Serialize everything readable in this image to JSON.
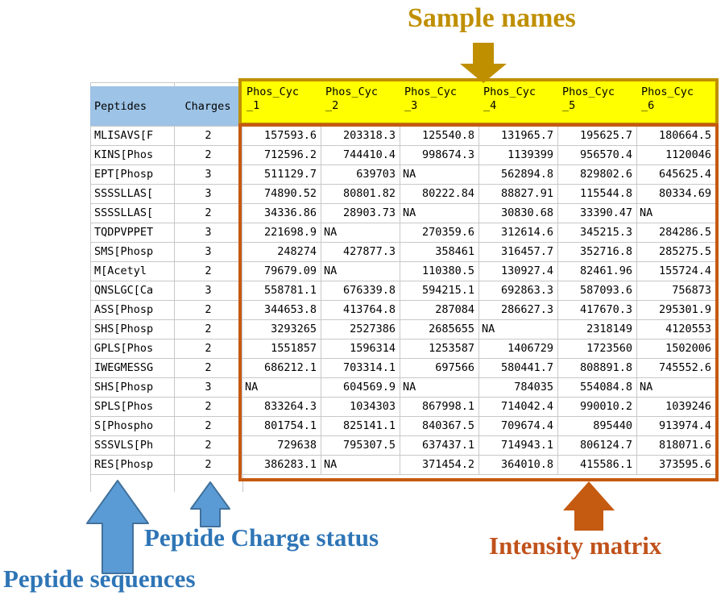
{
  "annotations": {
    "sample_names": "Sample names",
    "peptide_sequences": "Peptide sequences",
    "peptide_charge_status": "Peptide Charge status",
    "intensity_matrix": "Intensity matrix"
  },
  "colors": {
    "header_blue": "#9DC3E6",
    "header_yellow": "#FFFF00",
    "olive_accent": "#BF8F00",
    "orange_accent": "#C55A11",
    "annotation_blue": "#2E75B6",
    "annotation_orange": "#C0521B",
    "gridline": "#C8C8C8",
    "arrow_blue_fill": "#5B9BD5",
    "arrow_blue_edge": "#41719C"
  },
  "table": {
    "peptides_header": "Peptides",
    "charges_header": "Charges",
    "sample_headers": [
      {
        "line1": "Phos_Cyc",
        "line2": "_1"
      },
      {
        "line1": "Phos_Cyc",
        "line2": "_2"
      },
      {
        "line1": "Phos_Cyc",
        "line2": "_3"
      },
      {
        "line1": "Phos_Cyc",
        "line2": "_4"
      },
      {
        "line1": "Phos_Cyc",
        "line2": "_5"
      },
      {
        "line1": "Phos_Cyc",
        "line2": "_6"
      }
    ],
    "rows": [
      {
        "peptide": "MLISAVS[F",
        "charge": "2",
        "values": [
          "157593.6",
          "203318.3",
          "125540.8",
          "131965.7",
          "195625.7",
          "180664.5"
        ]
      },
      {
        "peptide": "KINS[Phos",
        "charge": "2",
        "values": [
          "712596.2",
          "744410.4",
          "998674.3",
          "1139399",
          "956570.4",
          "1120046"
        ]
      },
      {
        "peptide": "EPT[Phosp",
        "charge": "3",
        "values": [
          "511129.7",
          "639703",
          "NA",
          "562894.8",
          "829802.6",
          "645625.4"
        ]
      },
      {
        "peptide": "SSSSLLAS[",
        "charge": "3",
        "values": [
          "74890.52",
          "80801.82",
          "80222.84",
          "88827.91",
          "115544.8",
          "80334.69"
        ]
      },
      {
        "peptide": "SSSSLLAS[",
        "charge": "2",
        "values": [
          "34336.86",
          "28903.73",
          "NA",
          "30830.68",
          "33390.47",
          "NA"
        ]
      },
      {
        "peptide": "TQDPVPPET",
        "charge": "3",
        "values": [
          "221698.9",
          "NA",
          "270359.6",
          "312614.6",
          "345215.3",
          "284286.5"
        ]
      },
      {
        "peptide": "SMS[Phosp",
        "charge": "3",
        "values": [
          "248274",
          "427877.3",
          "358461",
          "316457.7",
          "352716.8",
          "285275.5"
        ]
      },
      {
        "peptide": "M[Acetyl",
        "charge": "2",
        "values": [
          "79679.09",
          "NA",
          "110380.5",
          "130927.4",
          "82461.96",
          "155724.4"
        ]
      },
      {
        "peptide": "QNSLGC[Ca",
        "charge": "3",
        "values": [
          "558781.1",
          "676339.8",
          "594215.1",
          "692863.3",
          "587093.6",
          "756873"
        ]
      },
      {
        "peptide": "ASS[Phosp",
        "charge": "2",
        "values": [
          "344653.8",
          "413764.8",
          "287084",
          "286627.3",
          "417670.3",
          "295301.9"
        ]
      },
      {
        "peptide": "SHS[Phosp",
        "charge": "2",
        "values": [
          "3293265",
          "2527386",
          "2685655",
          "NA",
          "2318149",
          "4120553"
        ]
      },
      {
        "peptide": "GPLS[Phos",
        "charge": "2",
        "values": [
          "1551857",
          "1596314",
          "1253587",
          "1406729",
          "1723560",
          "1502006"
        ]
      },
      {
        "peptide": "IWEGMESSG",
        "charge": "2",
        "values": [
          "686212.1",
          "703314.1",
          "697566",
          "580441.7",
          "808891.8",
          "745552.6"
        ]
      },
      {
        "peptide": "SHS[Phosp",
        "charge": "3",
        "values": [
          "NA",
          "604569.9",
          "NA",
          "784035",
          "554084.8",
          "NA"
        ]
      },
      {
        "peptide": "SPLS[Phos",
        "charge": "2",
        "values": [
          "833264.3",
          "1034303",
          "867998.1",
          "714042.4",
          "990010.2",
          "1039246"
        ]
      },
      {
        "peptide": "S[Phospho",
        "charge": "2",
        "values": [
          "801754.1",
          "825141.1",
          "840367.5",
          "709674.4",
          "895440",
          "913974.4"
        ]
      },
      {
        "peptide": "SSSVLS[Ph",
        "charge": "2",
        "values": [
          "729638",
          "795307.5",
          "637437.1",
          "714943.1",
          "806124.7",
          "818071.6"
        ]
      },
      {
        "peptide": "RES[Phosp",
        "charge": "2",
        "values": [
          "386283.1",
          "NA",
          "371454.2",
          "364010.8",
          "415586.1",
          "373595.6"
        ]
      }
    ]
  }
}
